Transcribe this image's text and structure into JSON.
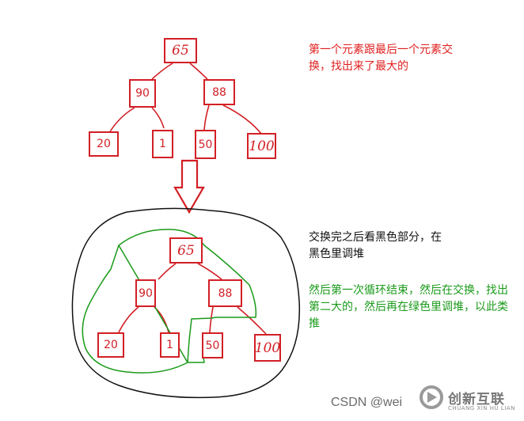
{
  "top_tree": {
    "nodes": [
      "65",
      "90",
      "88",
      "20",
      "1",
      "50",
      "100"
    ]
  },
  "bottom_tree": {
    "nodes": [
      "65",
      "90",
      "88",
      "20",
      "1",
      "50",
      "100"
    ]
  },
  "notes": {
    "swap_note": "第一个元素跟最后一个元素交换，找出来了最大的",
    "after_swap_note": "交换完之后看黑色部分，在黑色里调堆",
    "next_round_note": "然后第一次循环结束，然后在交换，找出第二大的，然后再在绿色里调堆，以此类推"
  },
  "colors": {
    "tree": "#d21f25",
    "red_text": "#e02020",
    "black_region": "#111111",
    "green_region": "#1a9a1a"
  },
  "watermark": "CSDN @wei",
  "brand": {
    "name": "创新互联",
    "sub": "CHUANG XIN HU LIAN",
    "logo": "brand-logo-icon"
  }
}
